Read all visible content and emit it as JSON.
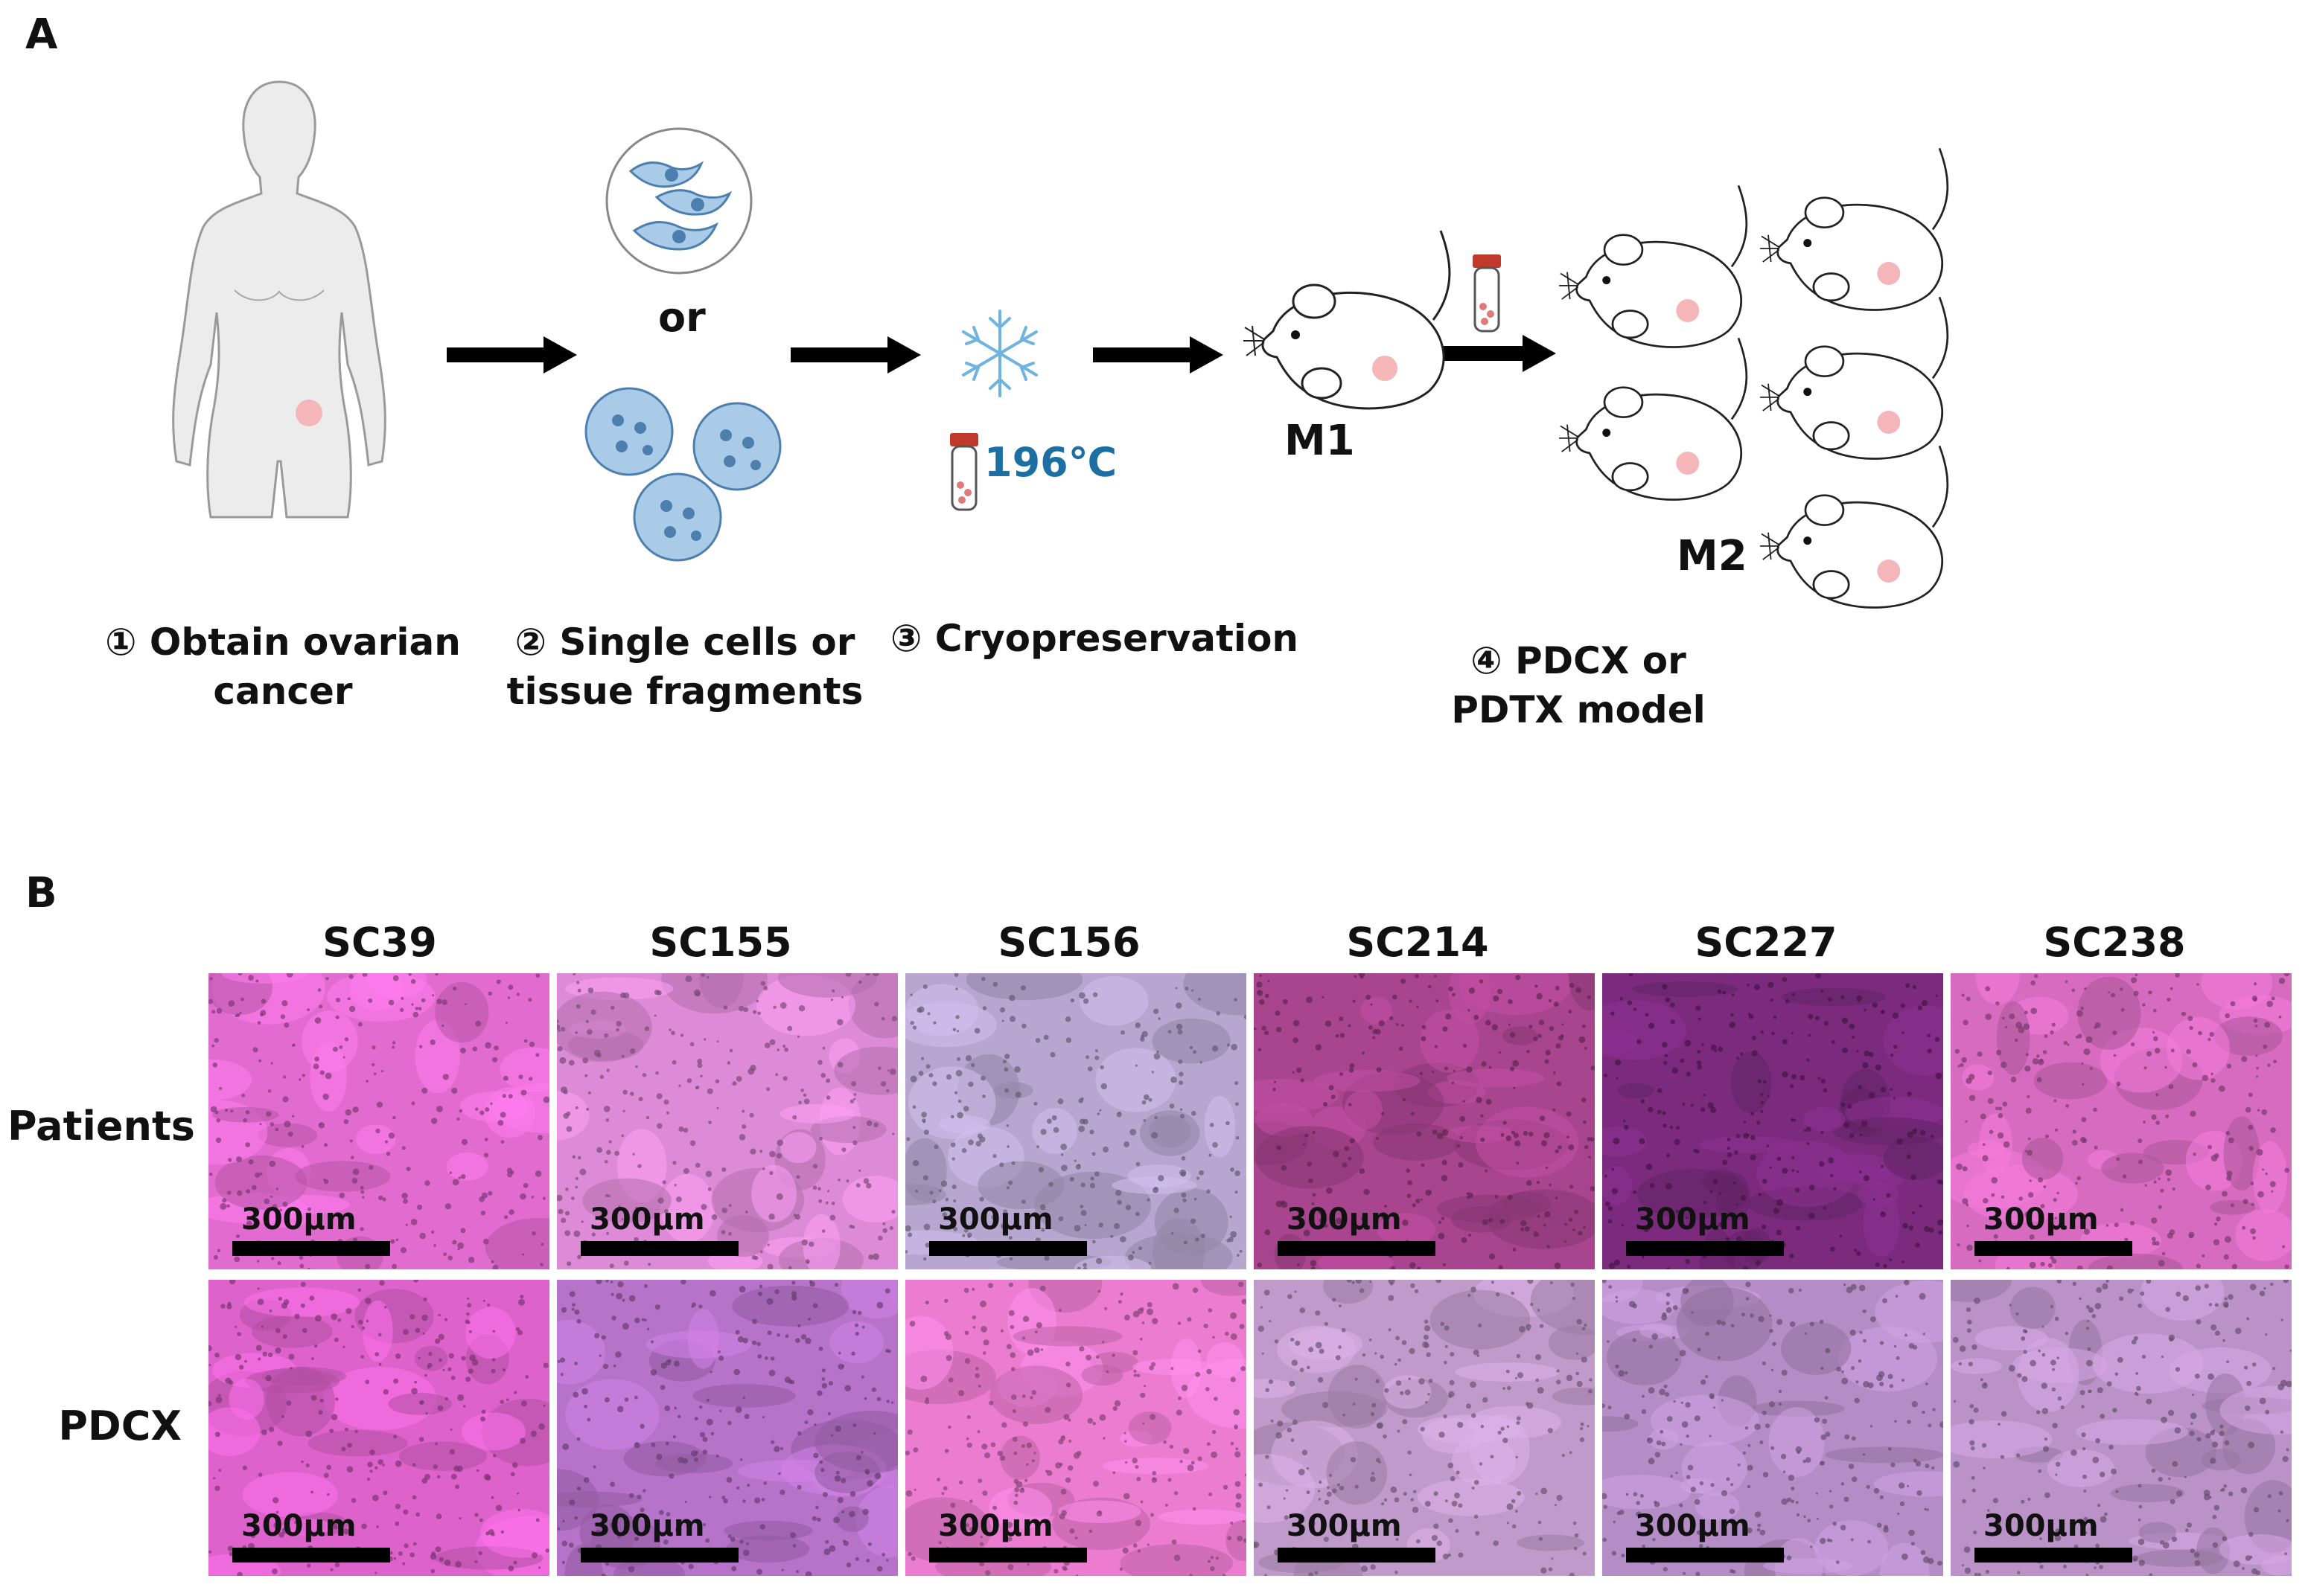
{
  "panel_a": {
    "letter": "A",
    "or_label": "or",
    "temperature": "196℃",
    "m1_label": "M1",
    "m2_label": "M2",
    "steps": [
      {
        "line1": "① Obtain ovarian",
        "line2": "cancer"
      },
      {
        "line1": "② Single cells or",
        "line2": "tissue fragments"
      },
      {
        "line1": "③ Cryopreservation",
        "line2": ""
      },
      {
        "line1": "④ PDCX or",
        "line2": "PDTX model"
      }
    ],
    "colors": {
      "tumor": "#f4b6b8",
      "cell": "#a9cbe8",
      "temperature": "#1c6fa3",
      "snowflake": "#6fb4e0",
      "tube_cap": "#c0392b"
    }
  },
  "panel_b": {
    "letter": "B",
    "columns": [
      "SC39",
      "SC155",
      "SC156",
      "SC214",
      "SC227",
      "SC238"
    ],
    "rows": [
      "Patients",
      "PDCX"
    ],
    "scale_label": "300µm",
    "tile_colors": [
      [
        "#e26bcf",
        "#dd8bd6",
        "#b7a6cf",
        "#a9458f",
        "#7b2a7e",
        "#d66bbf"
      ],
      [
        "#dd62cc",
        "#b772c9",
        "#ec7ccf",
        "#c09acb",
        "#b58dc6",
        "#bb92c8"
      ]
    ]
  }
}
